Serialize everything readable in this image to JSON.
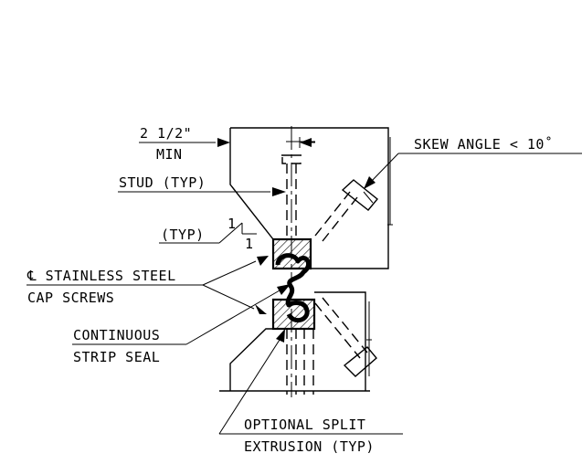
{
  "labels": {
    "min_dim": "2 1/2\"",
    "min_text": "MIN",
    "stud": "STUD (TYP)",
    "slope_typ": "(TYP)",
    "slope_rise": "1",
    "slope_run": "1",
    "skew": "SKEW ANGLE < 10˚",
    "cap_screws_line1": "℄ STAINLESS STEEL",
    "cap_screws_line2": "CAP SCREWS",
    "seal_line1": "CONTINUOUS",
    "seal_line2": "STRIP SEAL",
    "extrusion_line1": "OPTIONAL SPLIT",
    "extrusion_line2": "EXTRUSION (TYP)"
  }
}
